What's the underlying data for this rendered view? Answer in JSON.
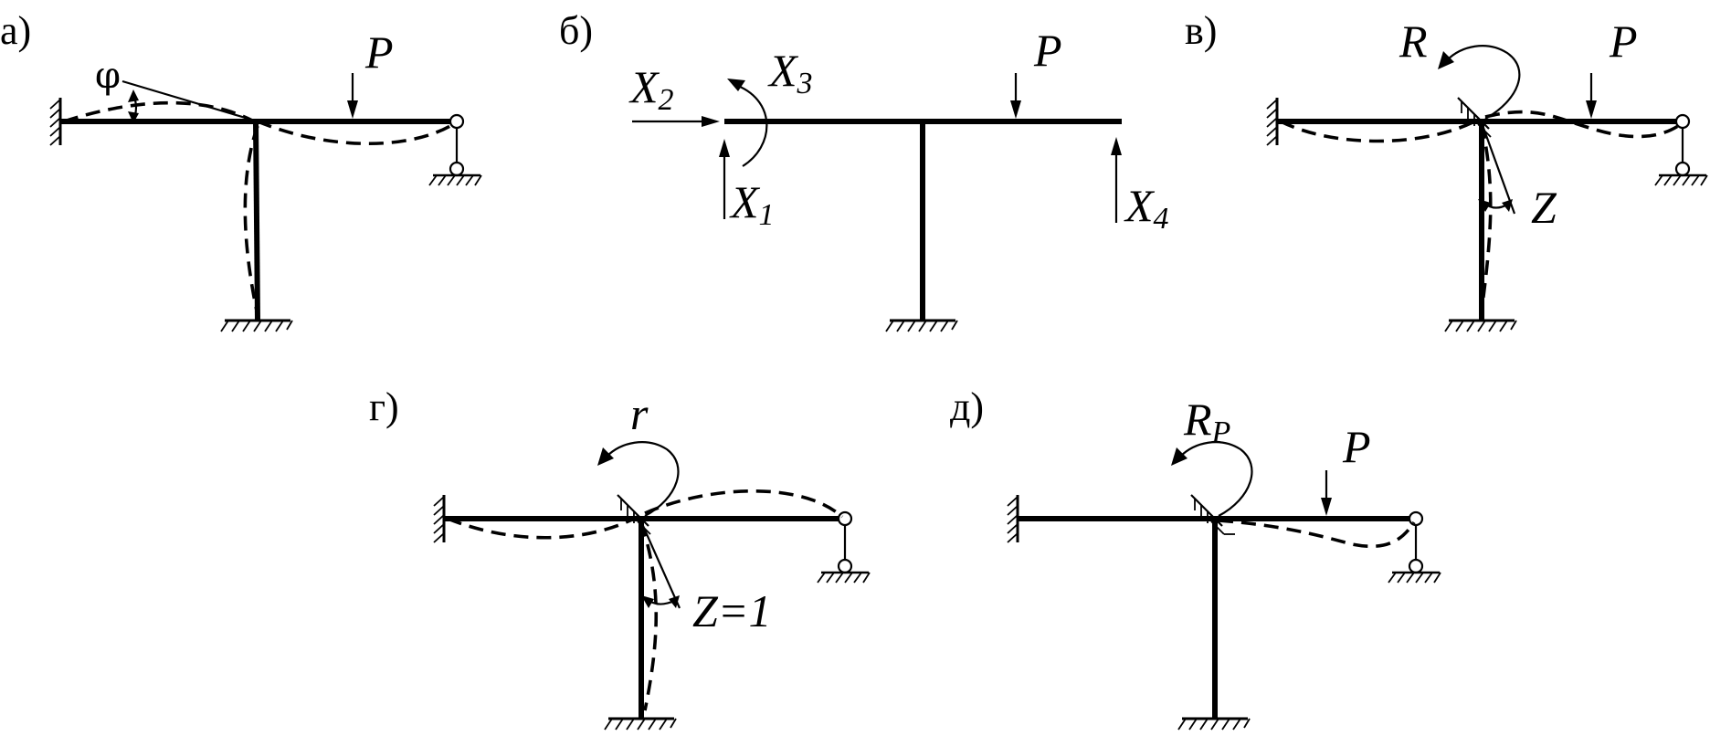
{
  "panels": {
    "a": {
      "label": "а)",
      "phi": "φ",
      "load": "P"
    },
    "b": {
      "label": "б)",
      "load": "P",
      "x1": {
        "base": "X",
        "sub": "1"
      },
      "x2": {
        "base": "X",
        "sub": "2"
      },
      "x3": {
        "base": "X",
        "sub": "3"
      },
      "x4": {
        "base": "X",
        "sub": "4"
      }
    },
    "v": {
      "label": "в)",
      "reaction": "R",
      "load": "P",
      "rotation": "Z"
    },
    "g": {
      "label": "г)",
      "reaction": "r",
      "rotation": "Z=1"
    },
    "d": {
      "label": "д)",
      "reaction": {
        "base": "R",
        "sub": "P"
      },
      "load": "P"
    }
  }
}
